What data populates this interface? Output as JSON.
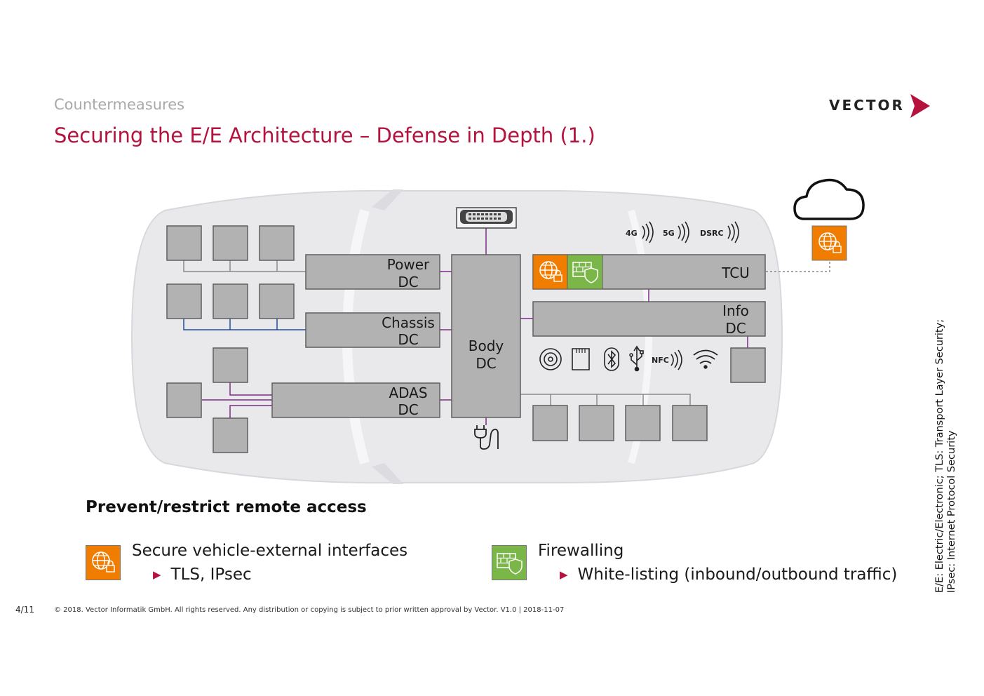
{
  "header": {
    "subtitle": "Countermeasures",
    "title": "Securing the E/E Architecture – Defense in Depth (1.)",
    "logo_text": "VECTOR"
  },
  "diagram": {
    "domain_controllers": {
      "power": [
        "Power",
        "DC"
      ],
      "chassis": [
        "Chassis",
        "DC"
      ],
      "adas": [
        "ADAS",
        "DC"
      ],
      "body": [
        "Body",
        "DC"
      ],
      "info": [
        "Info",
        "DC"
      ],
      "tcu": "TCU"
    },
    "wireless_labels": [
      "4G",
      "5G",
      "DSRC"
    ],
    "interface_labels": [
      "NFC"
    ],
    "colors": {
      "secure_interface": "#f07d00",
      "firewall": "#7ab648",
      "ecu_box": "#b2b2b2",
      "bus_purple": "#7b2a84",
      "bus_blue": "#1f4e9c",
      "accent": "#b5123e"
    }
  },
  "section": {
    "title": "Prevent/restrict remote access"
  },
  "legend": [
    {
      "icon": "globe-lock-icon",
      "title": "Secure vehicle-external interfaces",
      "detail": "TLS, IPsec"
    },
    {
      "icon": "firewall-shield-icon",
      "title": "Firewalling",
      "detail": "White-listing (inbound/outbound traffic)"
    }
  ],
  "side_note": {
    "line1": "E/E: Electric/Electronic; TLS: Transport Layer Security;",
    "line2": "IPsec: Internet Protocol Security"
  },
  "footer": {
    "page": "4/11",
    "copyright": "© 2018. Vector Informatik GmbH. All rights reserved. Any distribution or copying is subject to prior written approval by Vector. V1.0 | 2018-11-07"
  }
}
